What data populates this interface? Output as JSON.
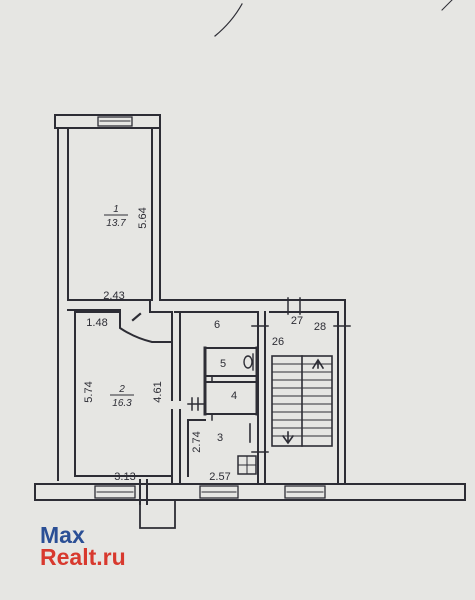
{
  "watermark": {
    "line1": "Max",
    "line2": "Realt.ru"
  },
  "rooms": [
    {
      "number": "1",
      "area": "13.7"
    },
    {
      "number": "2",
      "area": "16.3"
    },
    {
      "number": "3"
    },
    {
      "number": "4"
    },
    {
      "number": "5"
    },
    {
      "number": "6"
    }
  ],
  "dimensions": {
    "room1_height": "5.64",
    "room1_width": "2.43",
    "room2_top": "1.48",
    "room2_left": "5.74",
    "room2_right": "4.61",
    "room2_bottom": "3.13",
    "room3_height": "2.74",
    "room3_width": "2.57"
  },
  "labels": {
    "stair_26": "26",
    "stair_27": "27",
    "stair_28": "28"
  },
  "colors": {
    "ink": "#2d2d35",
    "paper": "#e6e6e3",
    "brand_blue": "#2b4f95",
    "brand_red": "#d8392e"
  }
}
